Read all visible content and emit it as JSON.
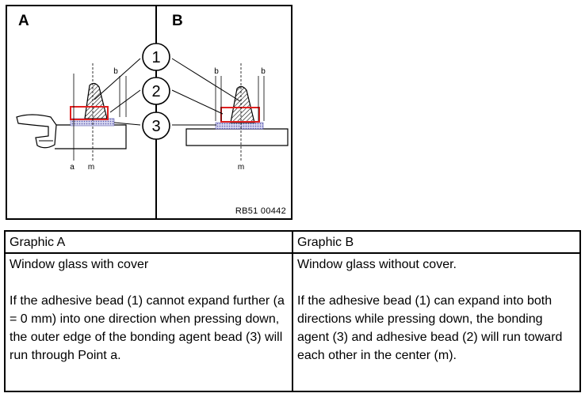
{
  "figure": {
    "panel_a": "A",
    "panel_b": "B",
    "callouts": [
      "1",
      "2",
      "3"
    ],
    "point_labels": {
      "a": "a",
      "m": "m",
      "b": "b"
    },
    "reference_code": "RB51 00442"
  },
  "table": {
    "headers": [
      "Graphic A",
      "Graphic B"
    ],
    "rows": [
      {
        "a": [
          "Window glass with cover",
          "If the adhesive bead (1) cannot expand further (a = 0 mm) into one direction when pressing down, the outer edge of the bonding agent bead (3) will run through Point a."
        ],
        "b": [
          "Window glass without cover.",
          "If the adhesive bead (1) can expand into both directions while pressing down, the bonding agent (3) and adhesive bead (2) will run toward each other in the center (m)."
        ]
      }
    ]
  },
  "colors": {
    "highlight_box": "#e02020",
    "bonding_agent": "#8a8ad0"
  }
}
